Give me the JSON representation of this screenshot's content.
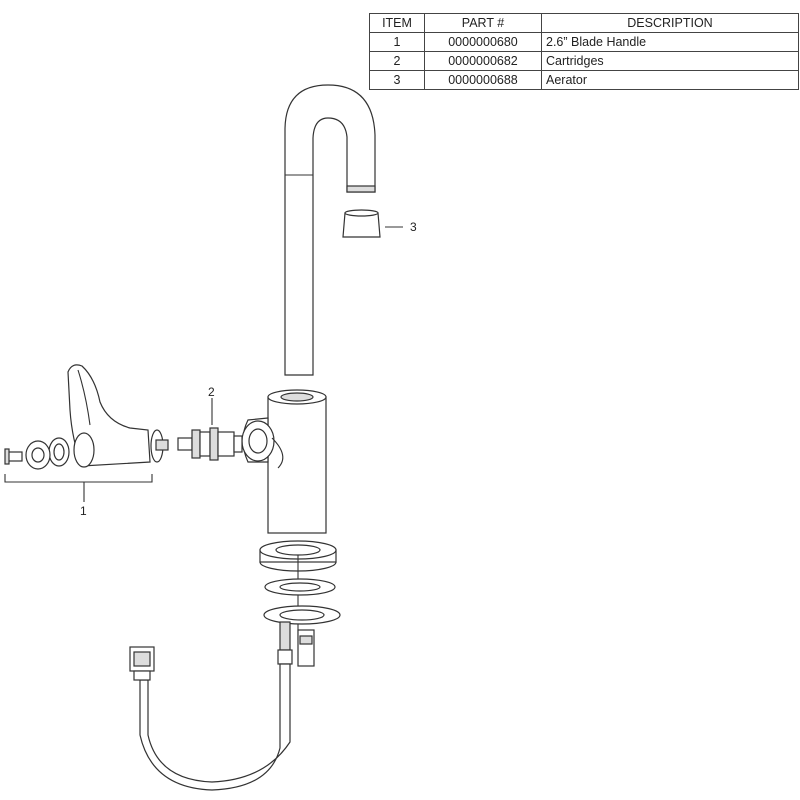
{
  "table": {
    "headers": [
      "ITEM",
      "PART #",
      "DESCRIPTION"
    ],
    "rows": [
      {
        "item": "1",
        "part": "0000000680",
        "description": "2.6” Blade Handle"
      },
      {
        "item": "2",
        "part": "0000000682",
        "description": "Cartridges"
      },
      {
        "item": "3",
        "part": "0000000688",
        "description": "Aerator"
      }
    ]
  },
  "callouts": {
    "handle": "1",
    "cartridge": "2",
    "aerator": "3"
  },
  "colors": {
    "line": "#333333",
    "fill": "#ffffff",
    "shade": "#dddddd"
  }
}
